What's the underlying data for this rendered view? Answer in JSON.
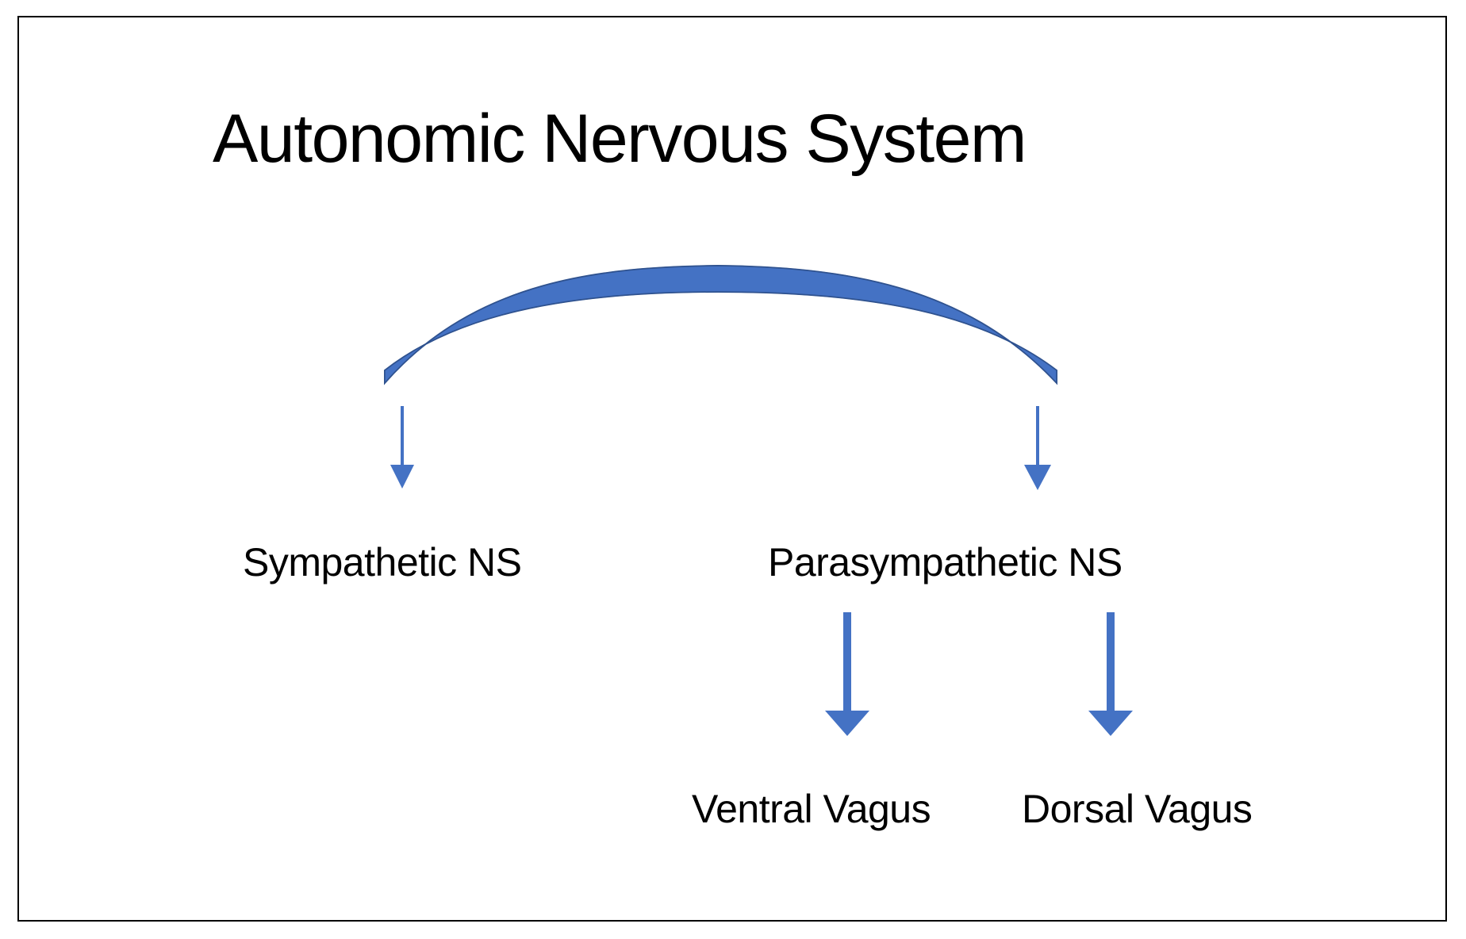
{
  "slide": {
    "background_color": "#ffffff",
    "border_color": "#000000",
    "accent_color": "#4472C4",
    "title": "Autonomic Nervous System"
  },
  "diagram": {
    "type": "hierarchy",
    "root_shape": "arc-banner",
    "nodes": [
      {
        "id": "sympathetic",
        "label": "Sympathetic NS",
        "level": 1
      },
      {
        "id": "parasympathetic",
        "label": "Parasympathetic NS",
        "level": 1
      },
      {
        "id": "ventral_vagus",
        "label": "Ventral Vagus",
        "level": 2
      },
      {
        "id": "dorsal_vagus",
        "label": "Dorsal Vagus",
        "level": 2
      }
    ],
    "connectors": [
      {
        "id": "arrow-arc-left",
        "from": "arc",
        "to": "sympathetic",
        "style": "thin-arrow-down"
      },
      {
        "id": "arrow-arc-right",
        "from": "arc",
        "to": "parasympathetic",
        "style": "thin-arrow-down"
      },
      {
        "id": "arrow-ventral",
        "from": "parasympathetic",
        "to": "ventral_vagus",
        "style": "thick-arrow-down"
      },
      {
        "id": "arrow-dorsal",
        "from": "parasympathetic",
        "to": "dorsal_vagus",
        "style": "thick-arrow-down"
      }
    ]
  }
}
